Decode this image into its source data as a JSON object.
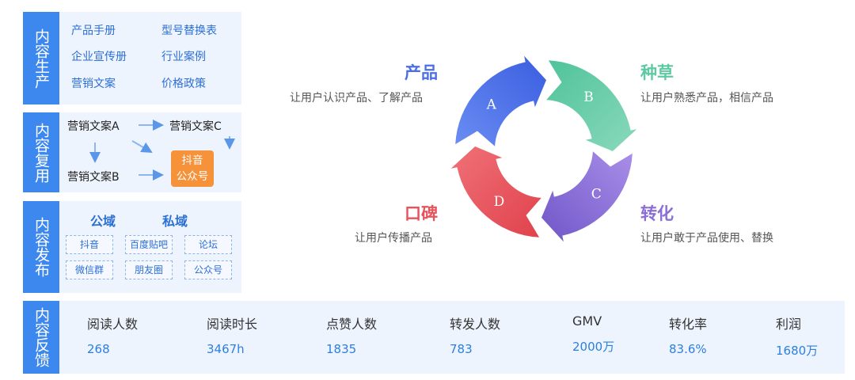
{
  "panels": {
    "production": {
      "label": "内容生产",
      "items": [
        "产品手册",
        "型号替换表",
        "企业宣传册",
        "行业案例",
        "营销文案",
        "价格政策"
      ]
    },
    "reuse": {
      "label": "内容复用",
      "copy_a": "营销文案A",
      "copy_b": "营销文案B",
      "copy_c": "营销文案C",
      "target_line1": "抖音",
      "target_line2": "公众号"
    },
    "publish": {
      "label": "内容发布",
      "public_domain": "公域",
      "private_domain": "私域",
      "platforms": [
        "抖音",
        "百度贴吧",
        "论坛",
        "微信群",
        "朋友圈",
        "公众号"
      ]
    },
    "feedback": {
      "label": "内容反馈",
      "metrics": [
        {
          "label": "阅读人数",
          "value": "268"
        },
        {
          "label": "阅读时长",
          "value": "3467h"
        },
        {
          "label": "点赞人数",
          "value": "1835"
        },
        {
          "label": "转发人数",
          "value": "783"
        },
        {
          "label": "GMV",
          "value": "2000万"
        },
        {
          "label": "转化率",
          "value": "83.6%"
        },
        {
          "label": "利润",
          "value": "1680万"
        }
      ]
    }
  },
  "cycle": {
    "stages": [
      {
        "letter": "A",
        "title": "产品",
        "desc": "让用户认识产品、了解产品",
        "color": "#4a6fe8"
      },
      {
        "letter": "B",
        "title": "种草",
        "desc": "让用户熟悉产品，相信产品",
        "color": "#5fc9a4"
      },
      {
        "letter": "C",
        "title": "转化",
        "desc": "让用户敢于产品使用、替换",
        "color": "#8a6fd6"
      },
      {
        "letter": "D",
        "title": "口碑",
        "desc": "让用户传播产品",
        "color": "#e8525b"
      }
    ]
  }
}
